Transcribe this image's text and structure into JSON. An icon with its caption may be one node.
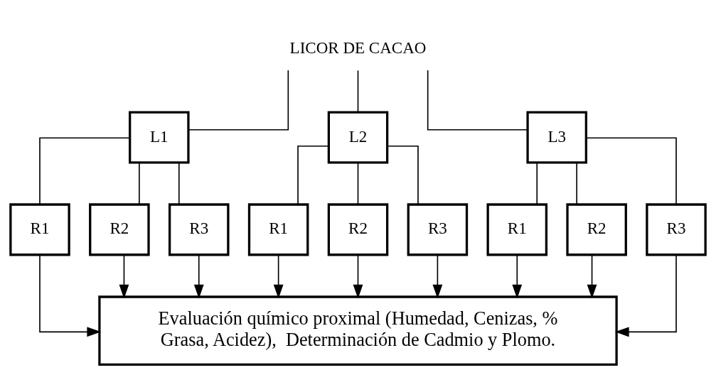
{
  "diagram": {
    "nodes": [
      {
        "text": [
          "LICOR DE CACAO"
        ]
      },
      {
        "text": [
          "L1"
        ]
      },
      {
        "text": [
          "L2"
        ]
      },
      {
        "text": [
          "L3"
        ]
      },
      {
        "text": [
          "R1"
        ]
      },
      {
        "text": [
          "R2"
        ]
      },
      {
        "text": [
          "R3"
        ]
      },
      {
        "text": [
          "R1"
        ]
      },
      {
        "text": [
          "R2"
        ]
      },
      {
        "text": [
          "R3"
        ]
      },
      {
        "text": [
          "R1"
        ]
      },
      {
        "text": [
          "R2"
        ]
      },
      {
        "text": [
          "R3"
        ]
      },
      {
        "text": [
          "Evaluación químico proximal (Humedad, Cenizas, % Grasa, Acidez),  Determinación de Cadmio y Plomo."
        ]
      }
    ],
    "edges": [
      {
        "from": 0,
        "to": 1,
        "arrow": "none"
      },
      {
        "from": 0,
        "to": 2,
        "arrow": "none"
      },
      {
        "from": 0,
        "to": 3,
        "arrow": "none"
      },
      {
        "from": 1,
        "to": 4,
        "arrow": "none"
      },
      {
        "from": 1,
        "to": 5,
        "arrow": "none"
      },
      {
        "from": 1,
        "to": 6,
        "arrow": "none"
      },
      {
        "from": 2,
        "to": 7,
        "arrow": "none"
      },
      {
        "from": 2,
        "to": 8,
        "arrow": "none"
      },
      {
        "from": 2,
        "to": 9,
        "arrow": "none"
      },
      {
        "from": 3,
        "to": 10,
        "arrow": "none"
      },
      {
        "from": 3,
        "to": 11,
        "arrow": "none"
      },
      {
        "from": 3,
        "to": 12,
        "arrow": "none"
      },
      {
        "from": 4,
        "to": 13,
        "arrow": "to"
      },
      {
        "from": 5,
        "to": 13,
        "arrow": "to"
      },
      {
        "from": 6,
        "to": 13,
        "arrow": "to"
      },
      {
        "from": 7,
        "to": 13,
        "arrow": "to"
      },
      {
        "from": 8,
        "to": 13,
        "arrow": "to"
      },
      {
        "from": 9,
        "to": 13,
        "arrow": "to"
      },
      {
        "from": 10,
        "to": 13,
        "arrow": "to"
      },
      {
        "from": 11,
        "to": 13,
        "arrow": "to"
      },
      {
        "from": 12,
        "to": 13,
        "arrow": "to"
      }
    ]
  }
}
